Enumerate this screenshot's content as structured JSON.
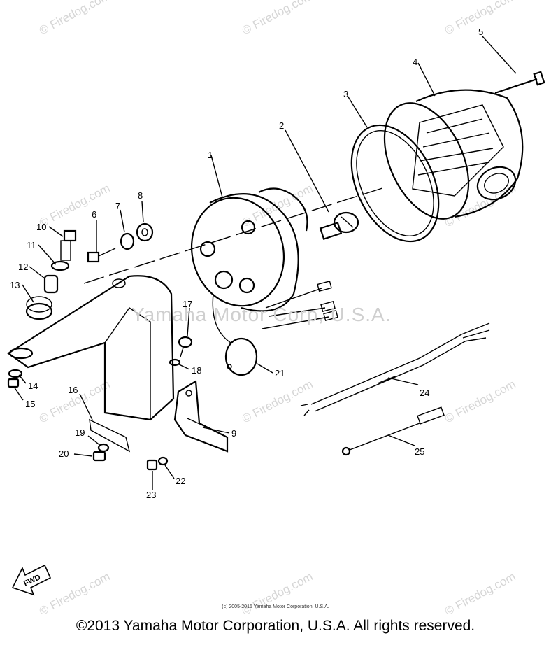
{
  "watermark": {
    "text": "© Firedog.com",
    "center_text": "Yamaha Motor Corp, U.S.A."
  },
  "fwd_label": "FWD",
  "callouts": [
    "1",
    "2",
    "3",
    "4",
    "5",
    "6",
    "7",
    "8",
    "9",
    "10",
    "11",
    "12",
    "13",
    "14",
    "15",
    "16",
    "17",
    "18",
    "19",
    "20",
    "21",
    "22",
    "23",
    "24",
    "25"
  ],
  "footer": {
    "small": "(c) 2005-2015 Yamaha Motor Corporation, U.S.A.",
    "large": "©2013 Yamaha Motor Corporation, U.S.A. All rights reserved."
  }
}
